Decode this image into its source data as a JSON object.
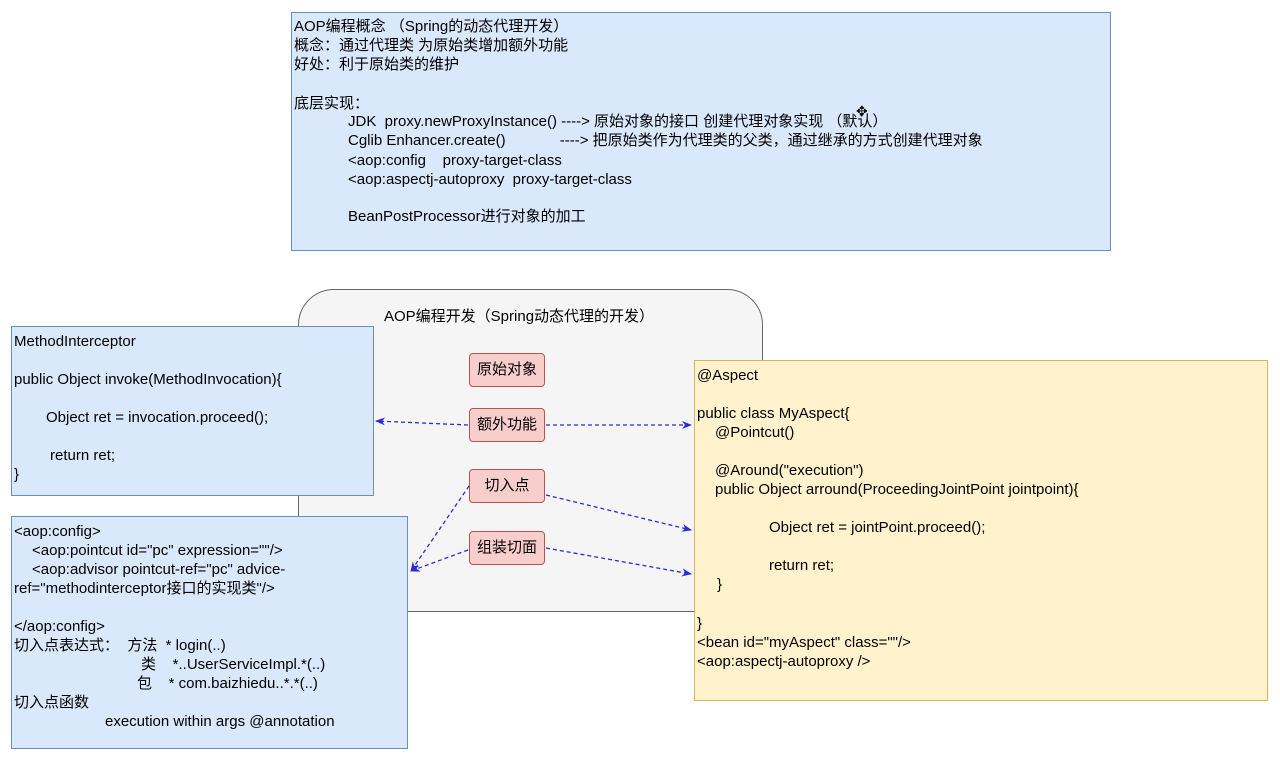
{
  "concept_box": {
    "lines": [
      "AOP编程概念 （Spring的动态代理开发）",
      "概念：通过代理类 为原始类增加额外功能",
      "好处：利于原始类的维护",
      "底层实现：",
      "JDK  proxy.newProxyInstance() ----> 原始对象的接口 创建代理对象实现 （默认）",
      "Cglib Enhancer.create()             ----> 把原始类作为代理类的父类，通过继承的方式创建代理对象",
      "<aop:config    proxy-target-class",
      "<aop:aspectj-autoproxy  proxy-target-class",
      "BeanPostProcessor进行对象的加工"
    ]
  },
  "center": {
    "title": "AOP编程开发（Spring动态代理的开发）",
    "pills": {
      "original": "原始对象",
      "extra": "额外功能",
      "pointcut": "切入点",
      "aspect": "组装切面"
    }
  },
  "interceptor_box": {
    "lines": [
      "MethodInterceptor",
      "public Object invoke(MethodInvocation){",
      "Object ret = invocation.proceed();",
      "return ret;",
      "}"
    ]
  },
  "config_box": {
    "lines": [
      "<aop:config>",
      "<aop:pointcut id=\"pc\" expression=\"\"/>",
      "<aop:advisor pointcut-ref=\"pc\" advice-",
      "ref=\"methodinterceptor接口的实现类\"/>",
      "</aop:config>",
      "切入点表达式：  方法  * login(..)",
      "类    *..UserServiceImpl.*(..)",
      "包    * com.baizhiedu..*.*(..)",
      "切入点函数",
      "execution within args @annotation"
    ]
  },
  "aspect_box": {
    "lines": [
      "@Aspect",
      "public class MyAspect{",
      "@Pointcut()",
      "@Around(\"execution\")",
      "public Object arround(ProceedingJointPoint jointpoint){",
      "Object ret = jointPoint.proceed();",
      "return ret;",
      "}",
      "}",
      "<bean id=\"myAspect\" class=\"\"/>",
      "<aop:aspectj-autoproxy />"
    ]
  },
  "colors": {
    "blue_fill": "#dae8fc",
    "blue_border": "#6c8ebf",
    "yellow_fill": "#fff2cc",
    "yellow_border": "#d6b656",
    "pill_fill": "#f8cecc",
    "pill_border": "#b85450",
    "gray_fill": "#f5f5f5",
    "arrow_color": "#2b2bdc"
  }
}
